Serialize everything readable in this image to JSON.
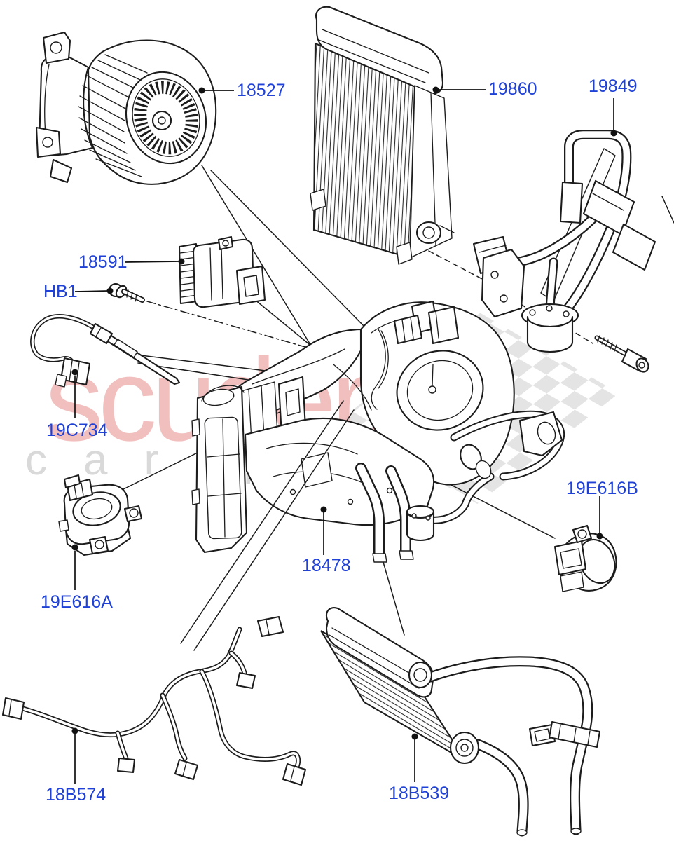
{
  "diagram": {
    "title": "Heater and air conditioning exploded parts diagram",
    "label_color": "#1f41d6",
    "line_color": "#1c1c1c",
    "labels": [
      {
        "id": "18527",
        "text": "18527",
        "part": "blower-motor"
      },
      {
        "id": "19860",
        "text": "19860",
        "part": "evaporator-core"
      },
      {
        "id": "19849",
        "text": "19849",
        "part": "ac-pipes-and-expansion-valve"
      },
      {
        "id": "18591",
        "text": "18591",
        "part": "blower-resistor"
      },
      {
        "id": "HB1",
        "text": "HB1",
        "part": "bolt"
      },
      {
        "id": "19C734",
        "text": "19C734",
        "part": "temperature-sensor-probe"
      },
      {
        "id": "19E616A",
        "text": "19E616A",
        "part": "servo-actuator-a"
      },
      {
        "id": "18478",
        "text": "18478",
        "part": "heater-housing-assembly"
      },
      {
        "id": "19E616B",
        "text": "19E616B",
        "part": "servo-actuator-b"
      },
      {
        "id": "18B574",
        "text": "18B574",
        "part": "wiring-harness"
      },
      {
        "id": "18B539",
        "text": "18B539",
        "part": "heater-core"
      }
    ]
  },
  "watermark": {
    "brand": "scuderia",
    "tagline": "car parts",
    "brand_color": "#efb0b0",
    "tagline_color": "#d9d9d9",
    "flag_color": "#cfcfcf"
  }
}
